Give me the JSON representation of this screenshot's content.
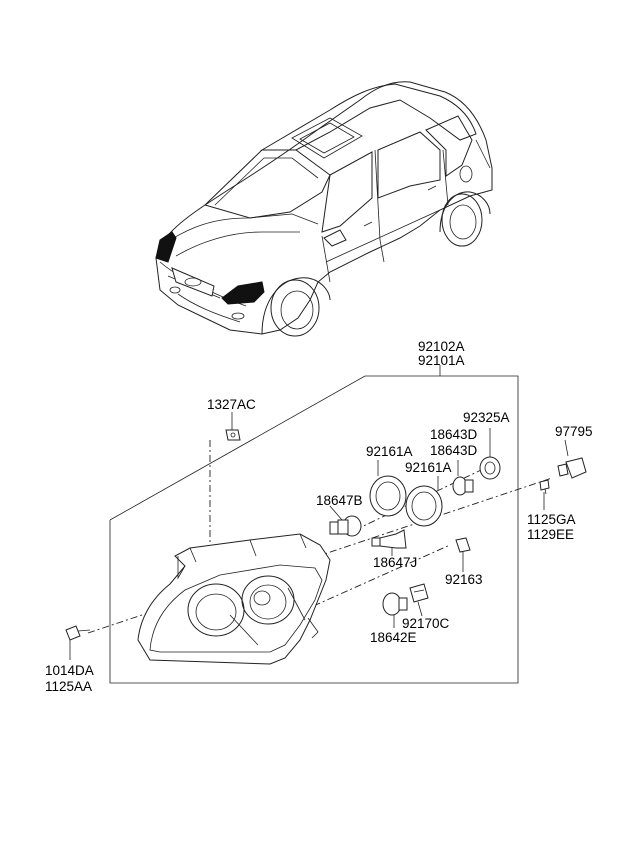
{
  "labels": {
    "assembly_left": "92102A",
    "assembly_right": "92101A",
    "clip": "1327AC",
    "bulb_socket_a": "92325A",
    "bulb_a1": "18643D",
    "bulb_a2": "18643D",
    "cap_a": "92161A",
    "cap_b": "92161A",
    "bulb_h": "18647B",
    "bulb_j": "18647J",
    "sensor": "97795",
    "screw_a1": "1125GA",
    "screw_a2": "1129EE",
    "cap_small": "92163",
    "socket_c": "92170C",
    "bulb_e": "18642E",
    "bolt_a1": "1014DA",
    "bolt_a2": "1125AA"
  }
}
